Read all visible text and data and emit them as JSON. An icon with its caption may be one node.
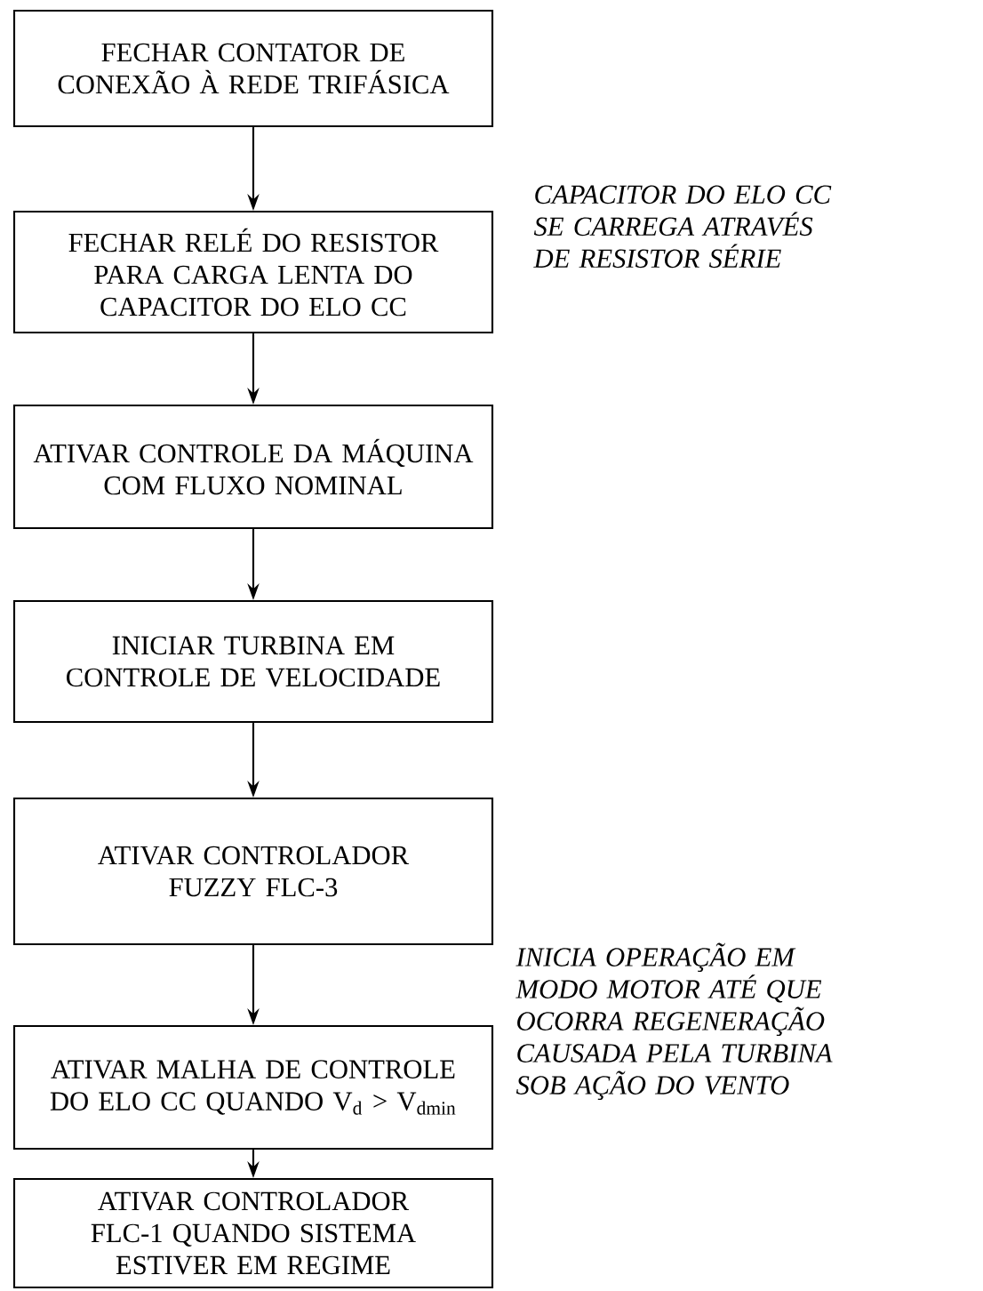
{
  "diagram": {
    "nodes": [
      {
        "text": [
          "FECHAR CONTATOR DE CONEXÃO À REDE TRIFÁSICA"
        ]
      },
      {
        "text": [
          "FECHAR RELÉ DO RESISTOR PARA CARGA LENTA DO CAPACITOR DO ELO CC"
        ]
      },
      {
        "text": [
          "ATIVAR CONTROLE DA MÁQUINA COM FLUXO NOMINAL"
        ]
      },
      {
        "text": [
          "INICIAR TURBINA EM CONTROLE DE VELOCIDADE"
        ]
      },
      {
        "text": [
          "ATIVAR CONTROLADOR FUZZY FLC-3"
        ]
      },
      {
        "text": [
          "ATIVAR MALHA DE CONTROLE DO ELO CC QUANDO V$_{d}$ > V$_{dmin}$"
        ]
      },
      {
        "text": [
          "ATIVAR CONTROLADOR FLC-1 QUANDO SISTEMA ESTIVER EM REGIME"
        ]
      }
    ],
    "edges": [
      {
        "from": 0,
        "to": 1,
        "arrow": "to"
      },
      {
        "from": 1,
        "to": 2,
        "arrow": "to"
      },
      {
        "from": 2,
        "to": 3,
        "arrow": "to"
      },
      {
        "from": 3,
        "to": 4,
        "arrow": "to"
      },
      {
        "from": 4,
        "to": 5,
        "arrow": "to"
      },
      {
        "from": 5,
        "to": 6,
        "arrow": "to"
      }
    ],
    "labels": [
      "CAPACITOR DO ELO CC SE CARREGA ATRAVÉS DE RESISTOR SÉRIE",
      "INICIA OPERAÇÃO EM MODO MOTOR ATÉ QUE OCORRA REGENERAÇÃO CAUSADA PELA TURBINA SOB AÇÃO DO VENTO"
    ]
  }
}
